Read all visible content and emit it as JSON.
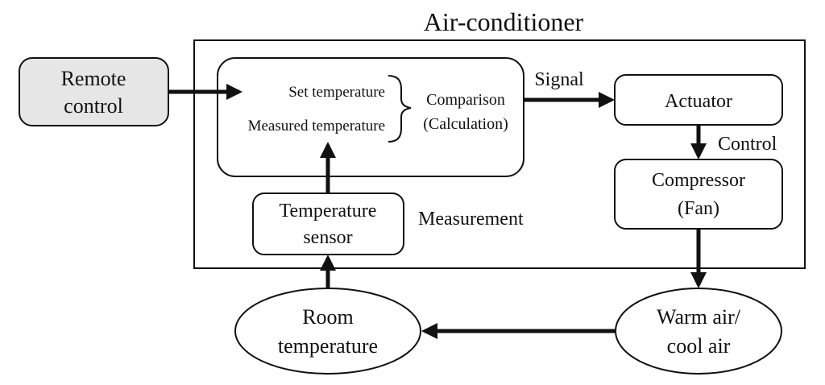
{
  "title": "Air-conditioner",
  "nodes": {
    "remote_control": {
      "line1": "Remote",
      "line2": "control"
    },
    "comparison_unit": {
      "set_temperature": "Set temperature",
      "measured_temperature": "Measured temperature",
      "comparison": "Comparison",
      "calculation": "(Calculation)"
    },
    "actuator": {
      "label": "Actuator"
    },
    "compressor": {
      "line1": "Compressor",
      "line2": "(Fan)"
    },
    "temperature_sensor": {
      "line1": "Temperature",
      "line2": "sensor"
    },
    "room_temperature": {
      "line1": "Room",
      "line2": "temperature"
    },
    "warm_air": {
      "line1": "Warm air/",
      "line2": "cool air"
    }
  },
  "edge_labels": {
    "signal": "Signal",
    "control": "Control",
    "measurement": "Measurement"
  },
  "colors": {
    "remote_fill": "#e6e6e6",
    "stroke": "#111111",
    "background": "#ffffff"
  }
}
